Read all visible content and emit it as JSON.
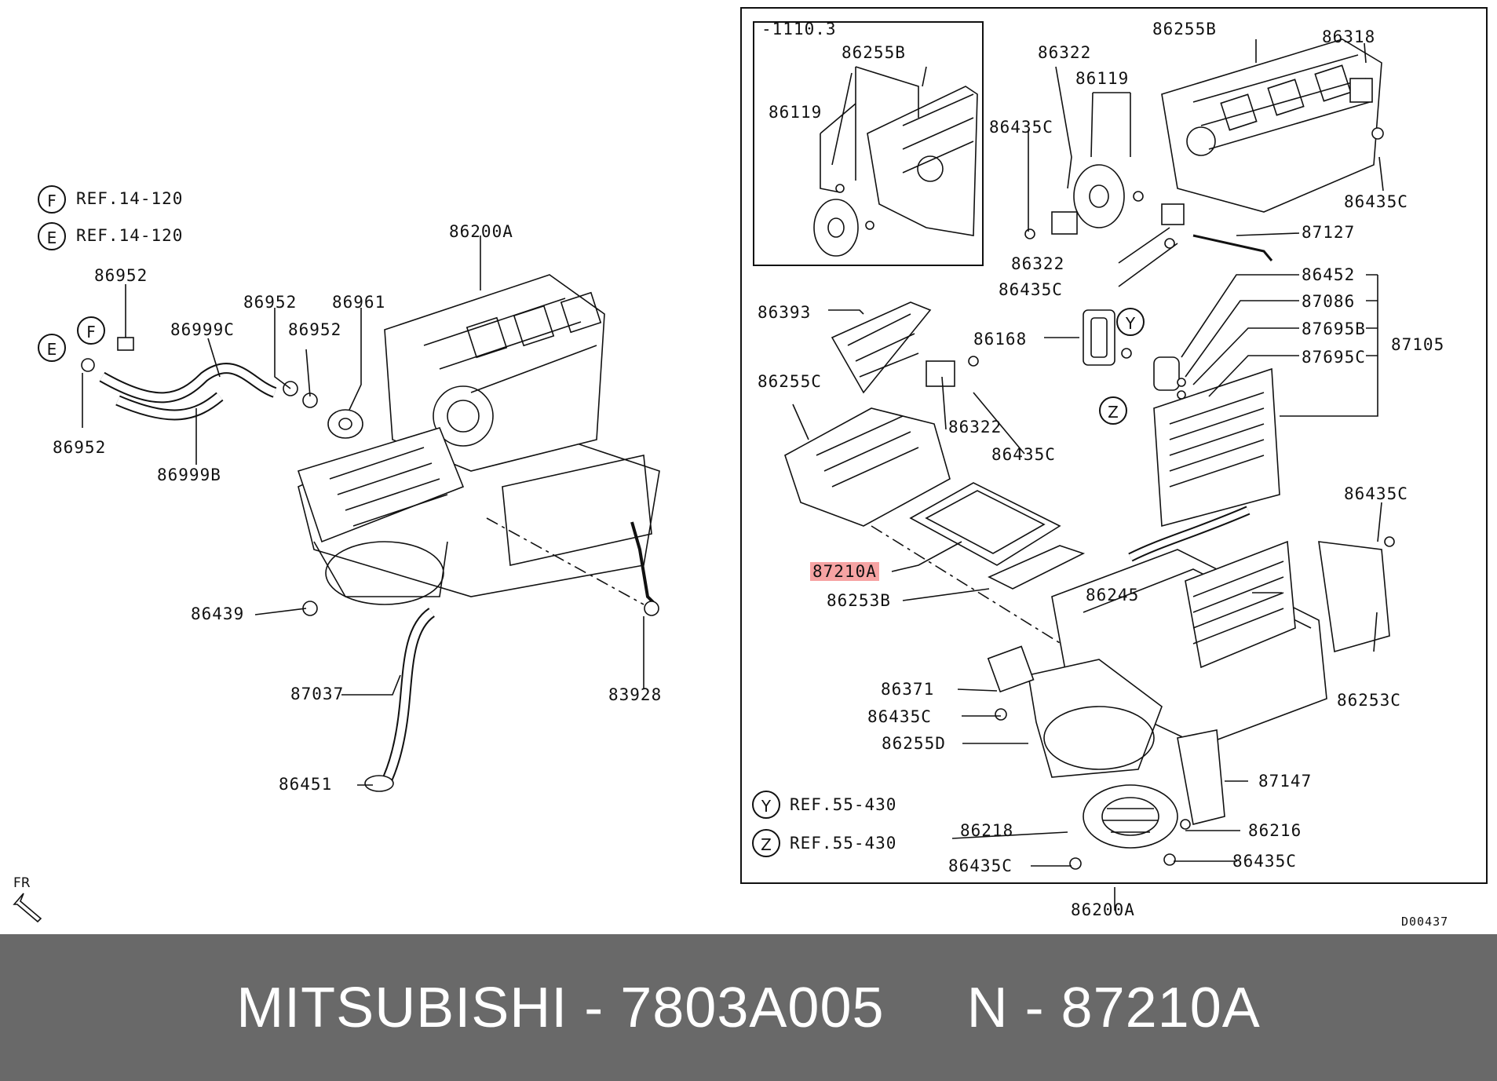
{
  "diagram": {
    "inset_code": "-1110.3",
    "diagram_code": "D00437",
    "orientation_label": "FR",
    "references": [
      {
        "letter": "F",
        "text": "REF.14-120"
      },
      {
        "letter": "E",
        "text": "REF.14-120"
      },
      {
        "letter": "Y",
        "text": "REF.55-430"
      },
      {
        "letter": "Z",
        "text": "REF.55-430"
      }
    ],
    "callout_letters": {
      "e": "E",
      "f": "F",
      "y": "Y",
      "z": "Z"
    },
    "part_labels": {
      "p86200A_left": "86200A",
      "p86952_a": "86952",
      "p86999C": "86999C",
      "p86952_b": "86952",
      "p86952_c": "86952",
      "p86961": "86961",
      "p86952_d": "86952",
      "p86999B": "86999B",
      "p86439": "86439",
      "p87037": "87037",
      "p83928": "83928",
      "p86451": "86451",
      "p86255B_inset": "86255B",
      "p86119_inset": "86119",
      "p86255B": "86255B",
      "p86318": "86318",
      "p86322_a": "86322",
      "p86119": "86119",
      "p86435C_a": "86435C",
      "p86435C_b": "86435C",
      "p87127": "87127",
      "p86322_b": "86322",
      "p86435C_c": "86435C",
      "p86452": "86452",
      "p87086": "87086",
      "p87695B": "87695B",
      "p87105": "87105",
      "p87695C": "87695C",
      "p86393": "86393",
      "p86168": "86168",
      "p86255C": "86255C",
      "p86322_c": "86322",
      "p86435C_d": "86435C",
      "p87210A": "87210A",
      "p86253B": "86253B",
      "p86435C_e": "86435C",
      "p86245": "86245",
      "p86253C": "86253C",
      "p86371": "86371",
      "p86435C_f": "86435C",
      "p86255D": "86255D",
      "p87147": "87147",
      "p86218": "86218",
      "p86216": "86216",
      "p86435C_g": "86435C",
      "p86435C_h": "86435C",
      "p86200A_bottom": "86200A"
    }
  },
  "footer": {
    "text": "MITSUBISHI - 7803A005     N - 87210A"
  }
}
